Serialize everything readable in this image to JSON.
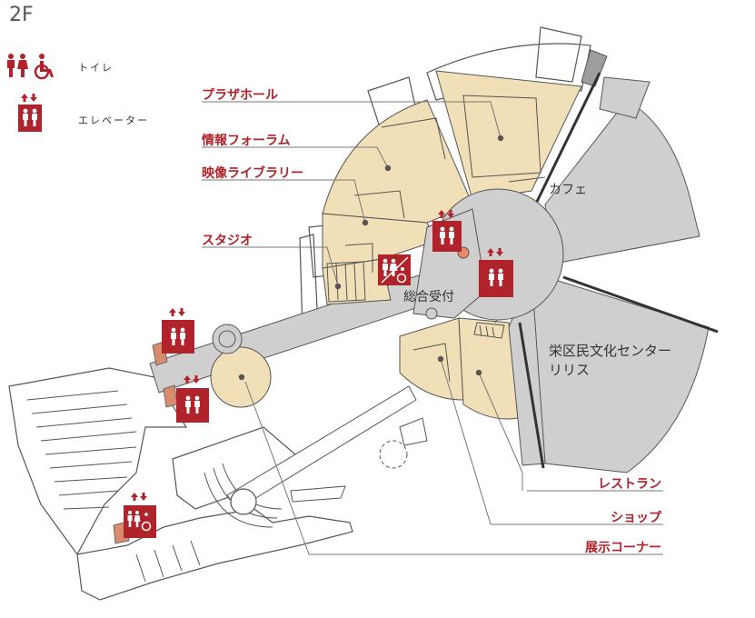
{
  "floor": "2F",
  "legend": {
    "toilet_label": "トイレ",
    "elevator_label": "エレベーター"
  },
  "callouts": {
    "plaza_hall": "プラザホール",
    "info_forum": "情報フォーラム",
    "video_library": "映像ライブラリー",
    "studio": "スタジオ",
    "restaurant": "レストラン",
    "shop": "ショップ",
    "exhibition_corner": "展示コーナー"
  },
  "map_labels": {
    "cafe": "カフェ",
    "reception": "総合受付",
    "cultural_center_line1": "栄区民文化センター",
    "cultural_center_line2": "リリス"
  },
  "colors": {
    "beige": "#f1dfb7",
    "gray": "#cfcfcf",
    "dark_gray": "#9d9d9d",
    "accent": "#b0232a",
    "stair": "#d98b6d",
    "line": "#555555"
  },
  "icons": [
    "toilet-icon",
    "accessible-toilet-icon",
    "elevator-icon"
  ]
}
